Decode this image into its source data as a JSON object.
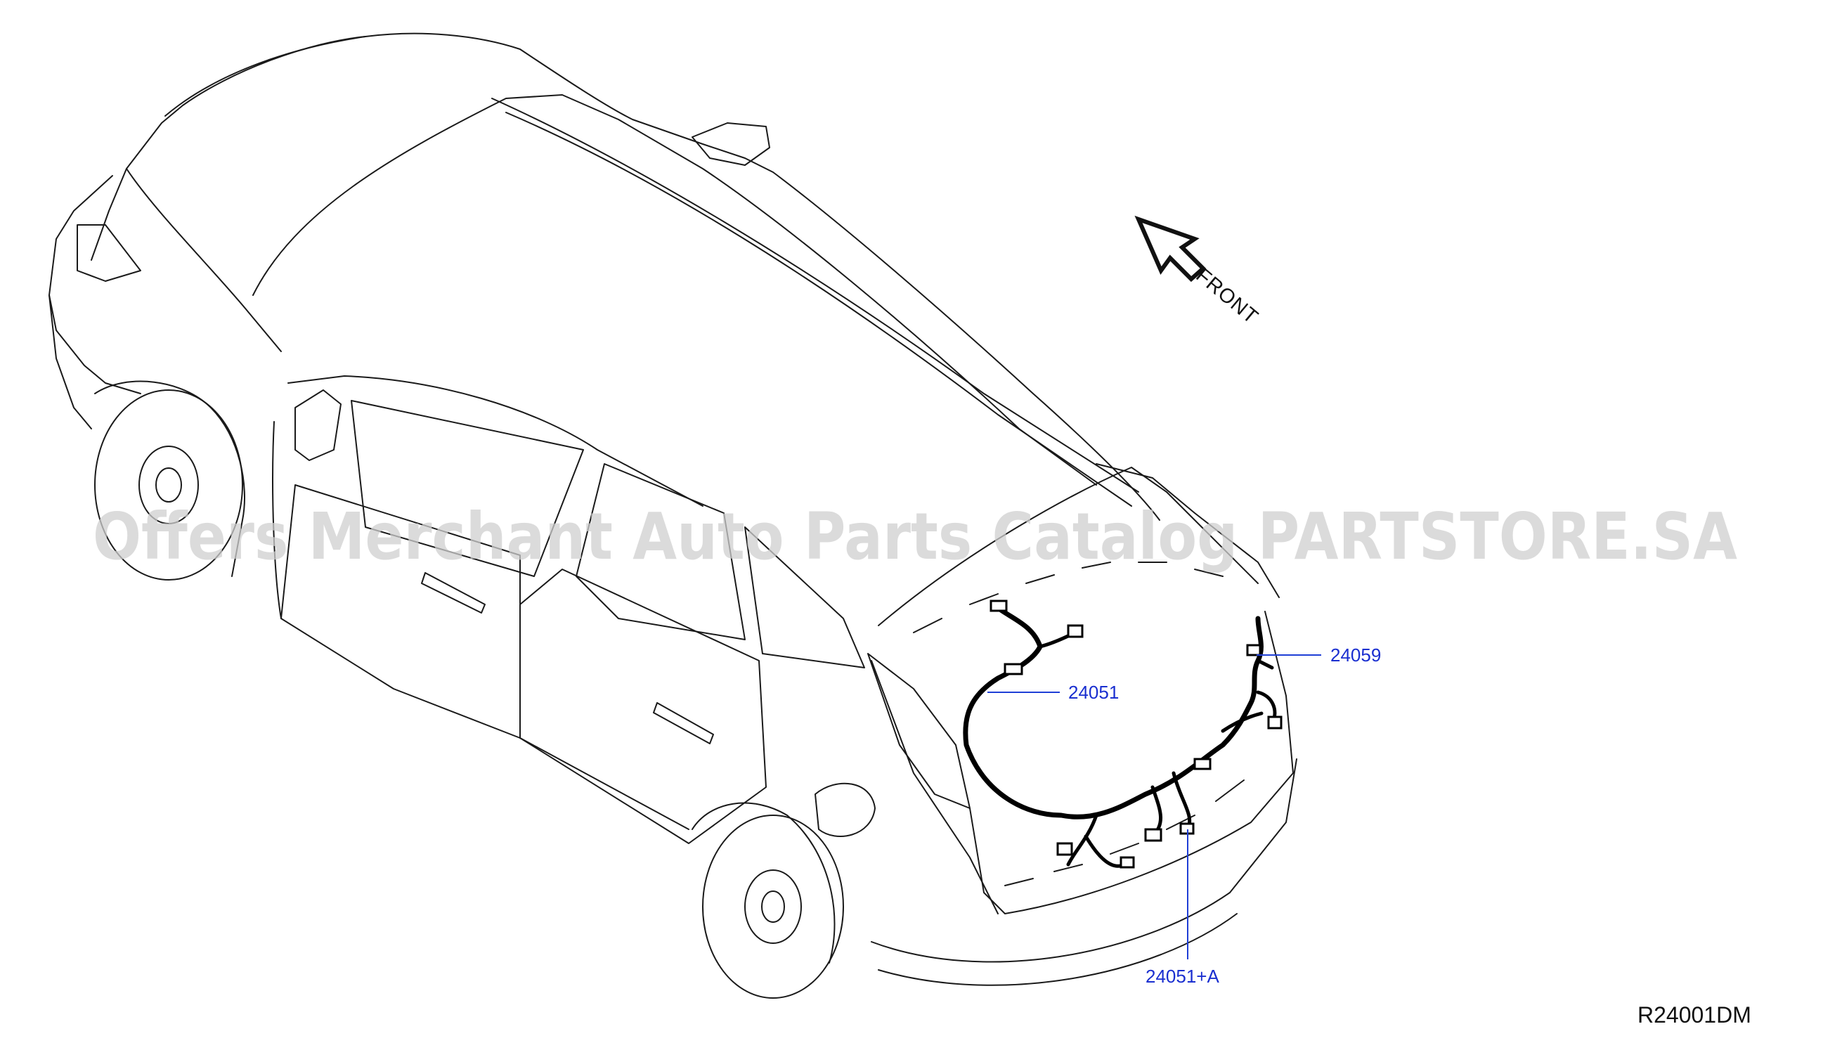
{
  "diagram": {
    "direction_label": "FRONT",
    "figure_code": "R24001DM",
    "watermark": "Offers Merchant Auto Parts Catalog PARTSTORE.SA",
    "callouts": [
      {
        "part_number": "24051"
      },
      {
        "part_number": "24059"
      },
      {
        "part_number": "24051+A"
      }
    ],
    "colors": {
      "line_art": "#1a1a1a",
      "harness": "#000000",
      "callout": "#1a2fd0",
      "watermark": "#cfcfcf"
    }
  }
}
